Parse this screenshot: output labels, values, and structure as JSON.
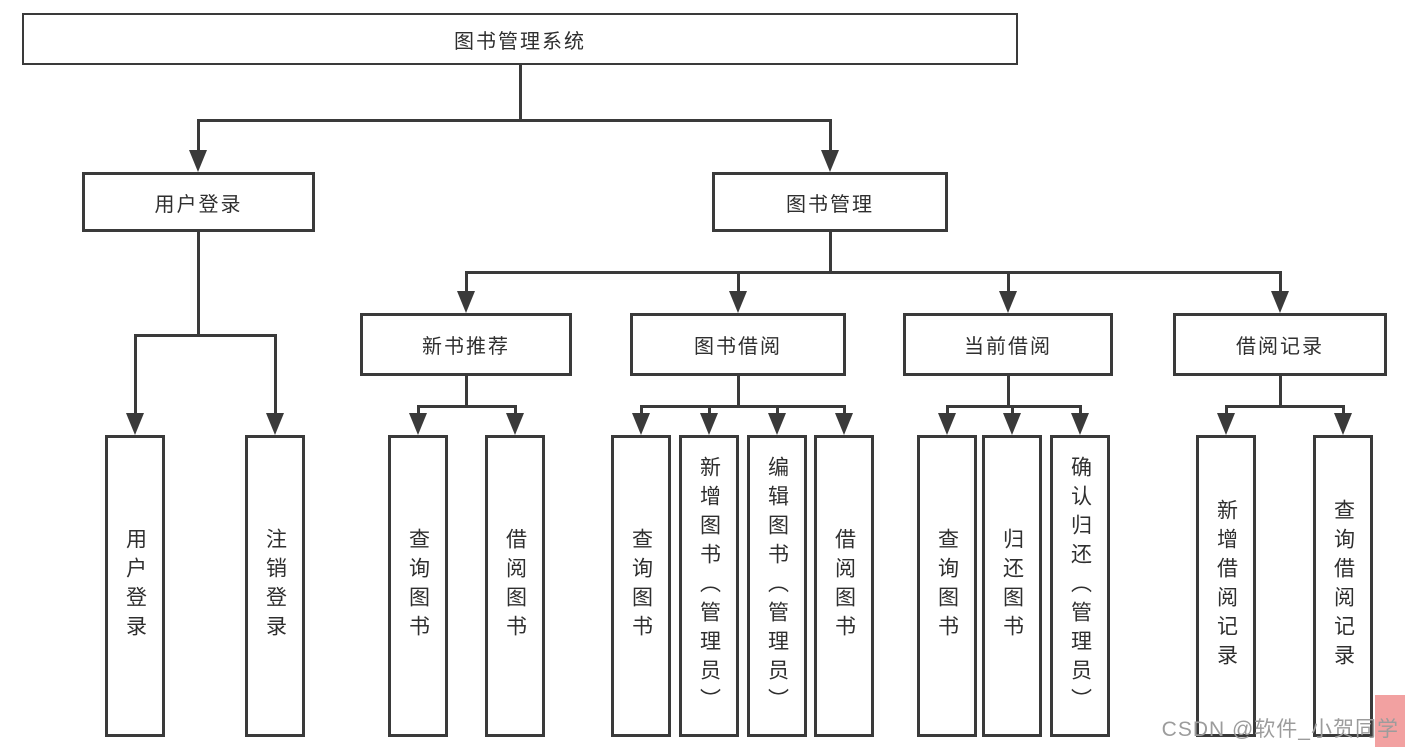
{
  "diagram": {
    "root": {
      "label": "图书管理系统"
    },
    "branches": [
      {
        "label": "用户登录",
        "children": [
          {
            "label": "用户登录"
          },
          {
            "label": "注销登录"
          }
        ]
      },
      {
        "label": "图书管理",
        "children": [
          {
            "label": "新书推荐",
            "children": [
              {
                "label": "查询图书"
              },
              {
                "label": "借阅图书"
              }
            ]
          },
          {
            "label": "图书借阅",
            "children": [
              {
                "label": "查询图书"
              },
              {
                "label": "新增图书（管理员）"
              },
              {
                "label": "编辑图书（管理员）"
              },
              {
                "label": "借阅图书"
              }
            ]
          },
          {
            "label": "当前借阅",
            "children": [
              {
                "label": "查询图书"
              },
              {
                "label": "归还图书"
              },
              {
                "label": "确认归还（管理员）"
              }
            ]
          },
          {
            "label": "借阅记录",
            "children": [
              {
                "label": "新增借阅记录"
              },
              {
                "label": "查询借阅记录"
              }
            ]
          }
        ]
      }
    ]
  },
  "watermark": {
    "text": "CSDN @软件_小贺同学",
    "text_color": "#9c9c9c",
    "corner_color": "#f2a1a1"
  },
  "colors": {
    "line": "#3a3a3a",
    "box_border": "#3a3a3a",
    "box_fill": "#ffffff",
    "page_bg": "#ffffff"
  }
}
